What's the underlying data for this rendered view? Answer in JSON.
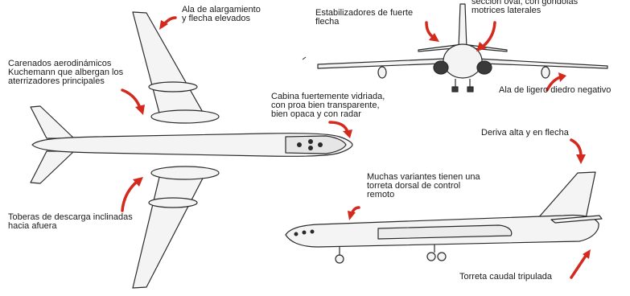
{
  "colors": {
    "arrow": "#d42a1e",
    "line": "#2a2a2a",
    "fill": "#f4f4f4"
  },
  "annotations": {
    "wing": {
      "line1": "Ala de alargamiento",
      "line2": "y flecha elevados"
    },
    "fairings": {
      "line1": "Carenados aerodinámicos",
      "line2": "Kuchemann que albergan los",
      "line3": "aterrizadores principales"
    },
    "exhaust": {
      "line1": "Toberas de descarga inclinadas",
      "line2": "hacia afuera"
    },
    "cockpit": {
      "line1": "Cabina fuertemente vidriada,",
      "line2": "con proa bien transparente,",
      "line3": "bien opaca y con radar"
    },
    "stabilizers": {
      "line1": "Estabilizadores de fuerte",
      "line2": "flecha"
    },
    "fuselage": {
      "line1": "sección oval, con góndolas",
      "line2": "motrices laterales"
    },
    "dihedral": {
      "line1": "Ala de ligero diedro negativo"
    },
    "fin": {
      "line1": "Deriva alta y en flecha"
    },
    "turret": {
      "line1": "Muchas variantes tienen una",
      "line2": "torreta dorsal de control",
      "line3": "remoto"
    },
    "tail_turret": {
      "line1": "Torreta caudal tripulada"
    }
  }
}
